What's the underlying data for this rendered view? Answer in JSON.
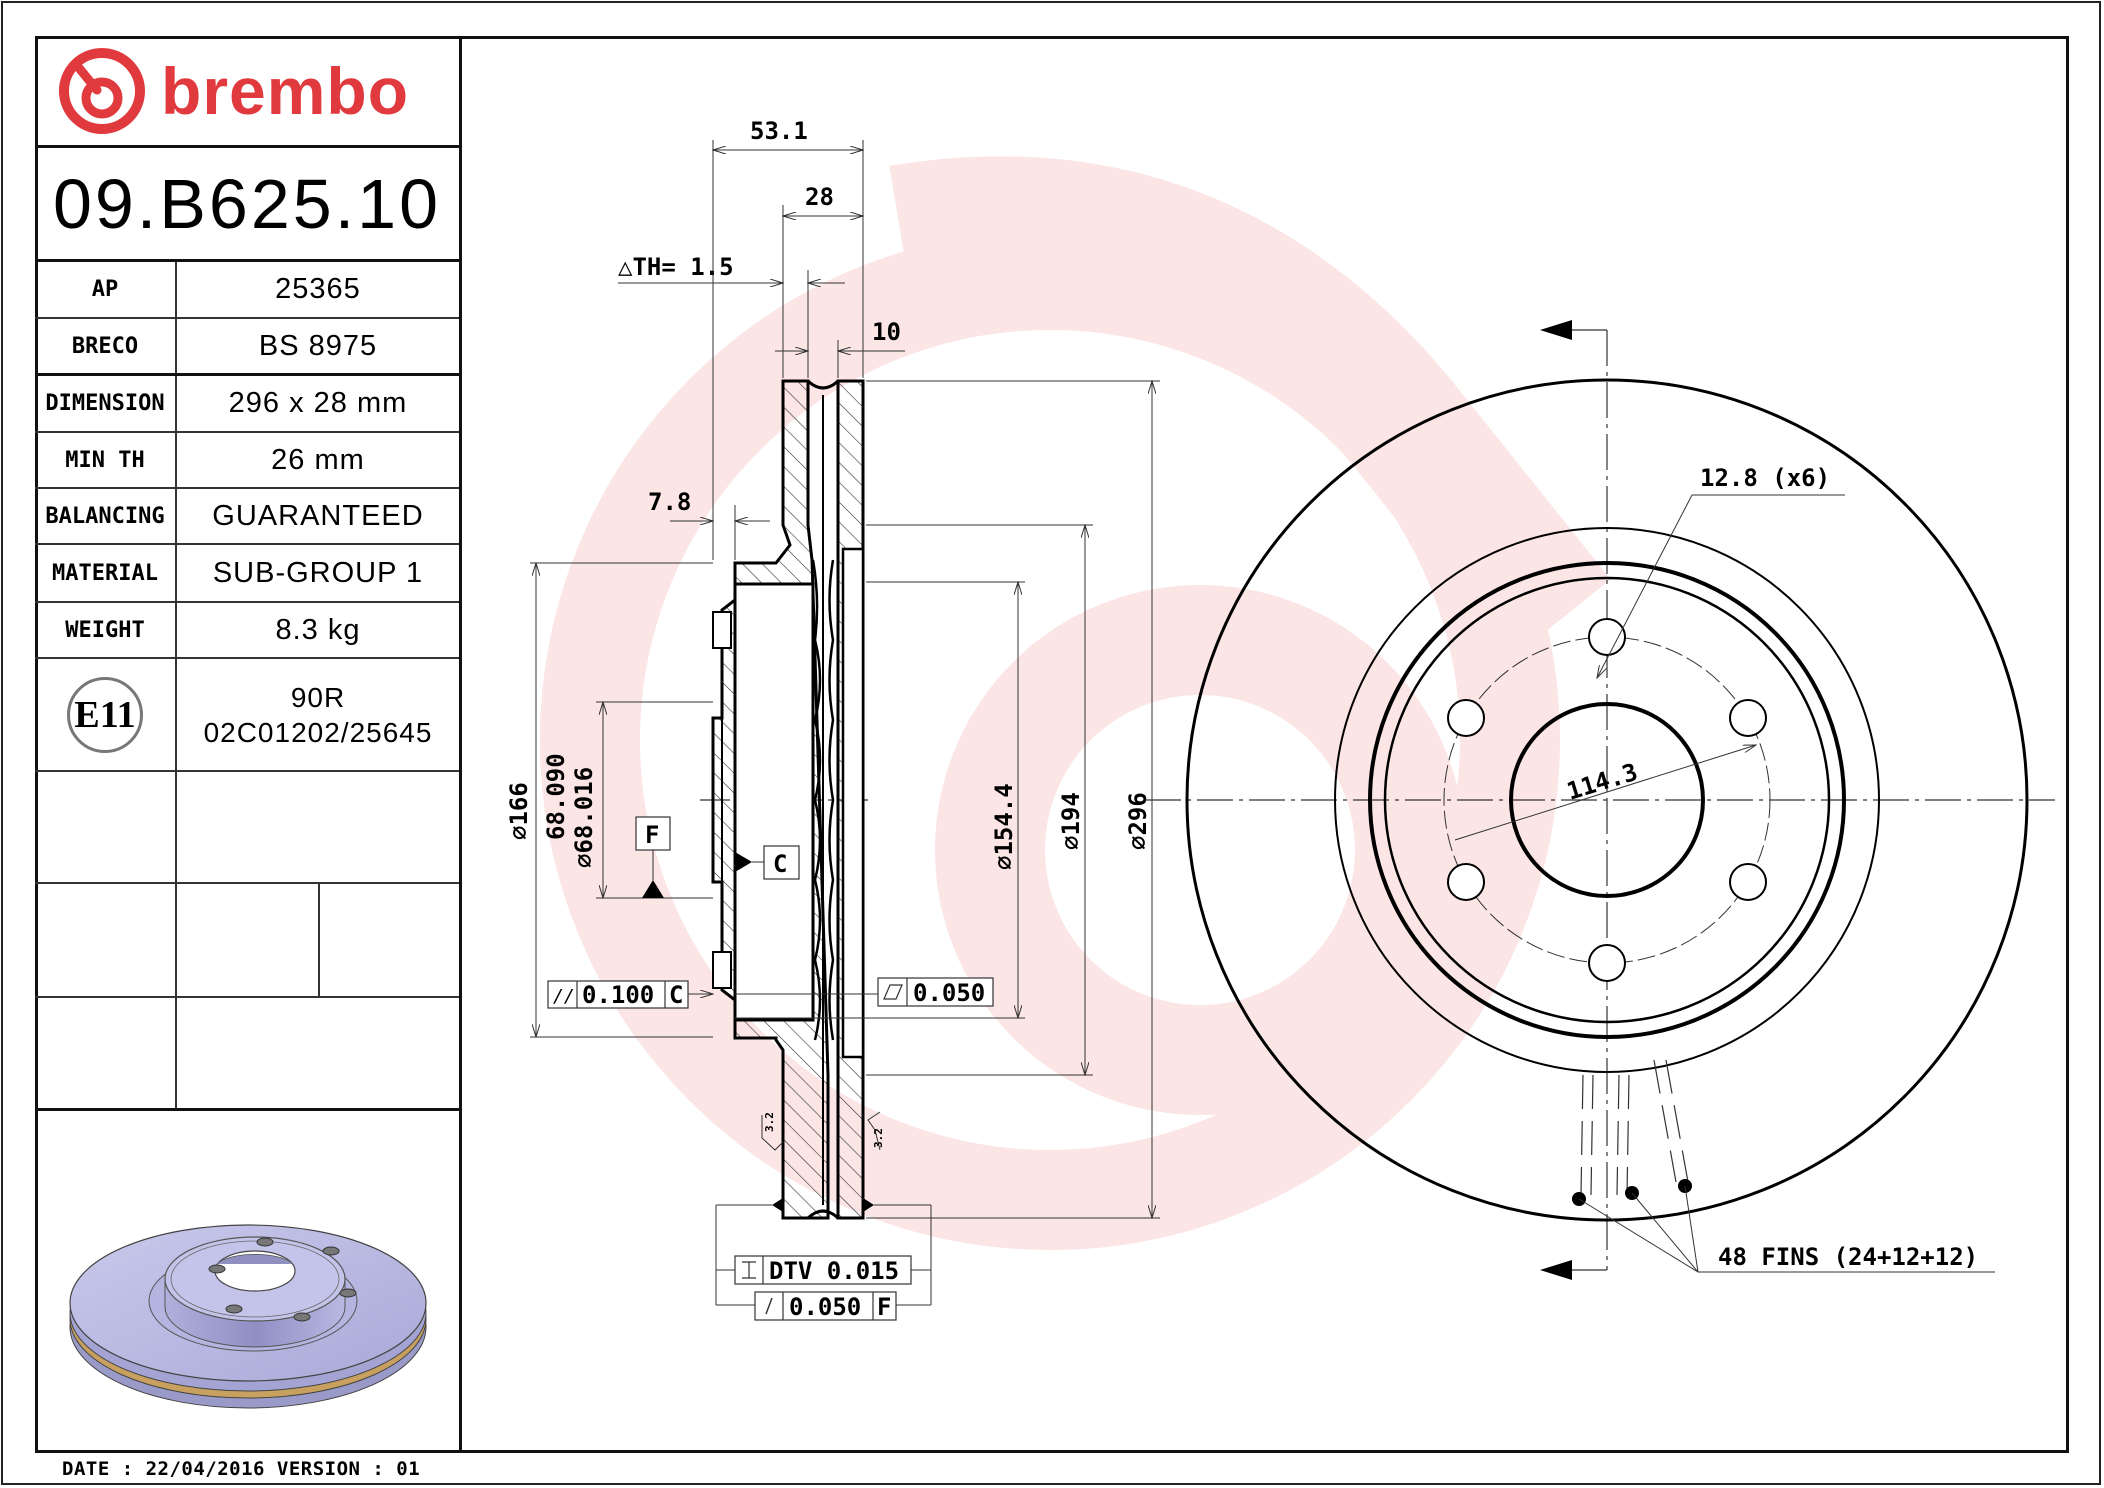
{
  "brand": {
    "name": "brembo",
    "color": "#e03a3e"
  },
  "part_number": "09.B625.10",
  "specs": [
    {
      "label": "AP",
      "value": "25365"
    },
    {
      "label": "BRECO",
      "value": "BS 8975"
    },
    {
      "label": "DIMENSION",
      "value": "296 x 28 mm"
    },
    {
      "label": "MIN TH",
      "value": "26 mm"
    },
    {
      "label": "BALANCING",
      "value": "GUARANTEED"
    },
    {
      "label": "MATERIAL",
      "value": "SUB-GROUP 1"
    },
    {
      "label": "WEIGHT",
      "value": "8.3 kg"
    }
  ],
  "approval": {
    "mark": "E11",
    "line1": "90R",
    "line2": "02C01202/25645"
  },
  "footer": {
    "date_text": "DATE : 22/04/2016 VERSION : 01"
  },
  "watermark_color": "#fbe4e4",
  "section_view": {
    "dims": {
      "overall_height": "53.1",
      "thickness": "28",
      "delta_th": "△TH= 1.5",
      "vane_gap": "10",
      "hat_offset": "7.8",
      "d166": "⌀166",
      "d68_max": "68.090",
      "d68_min": "⌀68.016",
      "d154": "⌀154.4",
      "d194": "⌀194",
      "d296": "⌀296"
    },
    "datums": {
      "F": "F",
      "C": "C"
    },
    "tolerances": {
      "parallelism": {
        "symbol": "//",
        "value": "0.100",
        "datum": "C"
      },
      "flatness": {
        "symbol": "▱",
        "value": "0.050"
      },
      "dtv": {
        "symbol": "⌶",
        "value": "DTV 0.015"
      },
      "runout": {
        "symbol": "↗",
        "value": "0.050",
        "datum": "F"
      }
    },
    "roughness": [
      "3.2",
      "3.2"
    ]
  },
  "front_view": {
    "bolt_holes": "12.8 (x6)",
    "pcd": "114.3",
    "fins": "48 FINS (24+12+12)"
  }
}
